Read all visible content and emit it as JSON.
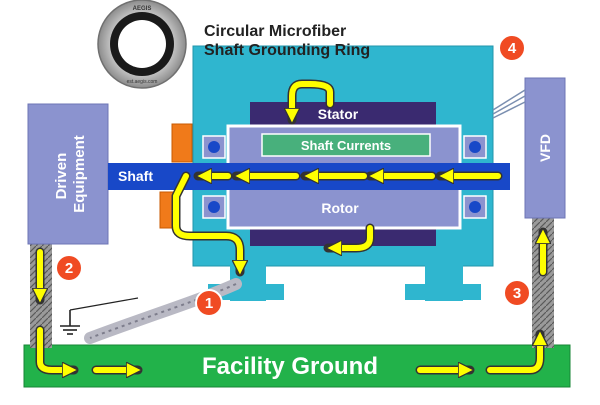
{
  "title": {
    "line1": "Circular Microfiber",
    "line2": "Shaft Grounding Ring"
  },
  "ring": {
    "brand": "AEGIS",
    "url": "est.aegis.com"
  },
  "labels": {
    "driven_line1": "Driven",
    "driven_line2": "Equipment",
    "shaft": "Shaft",
    "stator": "Stator",
    "shaft_currents": "Shaft Currents",
    "rotor": "Rotor",
    "vfd": "VFD",
    "facility_ground": "Facility Ground"
  },
  "markers": [
    "1",
    "2",
    "3",
    "4"
  ],
  "colors": {
    "motor": "#2fb6cf",
    "equipment": "#8b93cf",
    "stator": "#3a2a70",
    "shaft": "#1848c8",
    "ground": "#22b24a",
    "marker": "#f04b23",
    "arrow": "#ffff00",
    "ring_mount": "#f07a1a"
  }
}
